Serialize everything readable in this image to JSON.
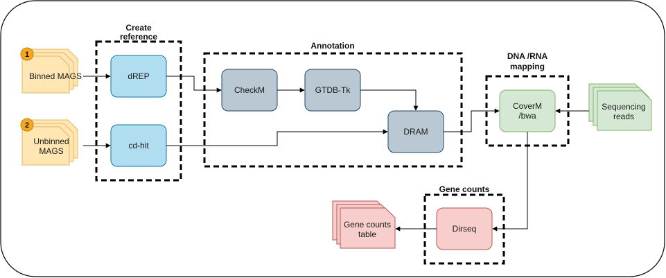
{
  "inputs": {
    "binned": {
      "badge": "1",
      "label": "Binned MAGS"
    },
    "unbinned": {
      "badge": "2",
      "label_line1": "Unbinned",
      "label_line2": "MAGS"
    },
    "sequencing": {
      "label_line1": "Sequencing",
      "label_line2": "reads"
    }
  },
  "groups": {
    "create_reference": {
      "title_line1": "Create",
      "title_line2": "reference"
    },
    "annotation": {
      "title": "Annotation"
    },
    "mapping": {
      "title_line1": "DNA /RNA",
      "title_line2": "mapping"
    },
    "gene_counts": {
      "title": "Gene counts"
    }
  },
  "tools": {
    "drep": "dREP",
    "cdhit": "cd-hit",
    "checkm": "CheckM",
    "gtdbtk": "GTDB-Tk",
    "dram": "DRAM",
    "coverm_line1": "CoverM",
    "coverm_line2": "/bwa",
    "dirseq": "Dirseq"
  },
  "output": {
    "label_line1": "Gene counts",
    "label_line2": "table"
  },
  "colors": {
    "yellow_fill": "#ffe6b3",
    "yellow_stroke": "#e0b765",
    "badge_fill": "#f5a623",
    "blue_fill": "#b1ddf0",
    "blue_stroke": "#10739e",
    "gray_fill": "#bac8d3",
    "gray_stroke": "#23445d",
    "green_fill": "#d5e8d4",
    "green_stroke": "#82b366",
    "red_fill": "#f8cecc",
    "red_stroke": "#b85450"
  }
}
